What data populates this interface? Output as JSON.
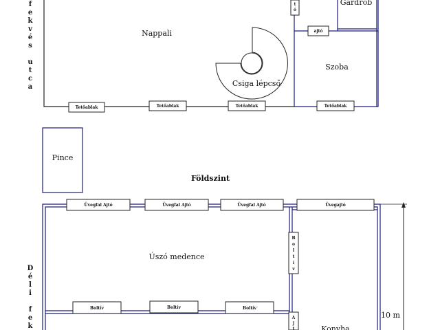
{
  "upper_floor": {
    "rooms": {
      "nappali": "Nappali",
      "gardrob": "Gardrób",
      "szoba": "Szoba",
      "stair": "Csiga lépcső"
    },
    "door_ajto": "ajtó",
    "door_vertical_partial": [
      "t",
      "ó"
    ],
    "skylights": [
      "Tetőablak",
      "Tetőablak",
      "Tetőablak",
      "Tetőablak"
    ],
    "street_top": [
      "f",
      "e",
      "k",
      "v",
      "é",
      "s",
      "",
      "u",
      "t",
      "c",
      "a"
    ]
  },
  "pince": {
    "label": "Pince"
  },
  "ground_floor": {
    "title": "Földszint",
    "rooms": {
      "pool": "Úszó medence",
      "kitchen": "Konyha"
    },
    "glass_doors": [
      "Üvegfal Ajtó",
      "Üvegfal Ajtó",
      "Üvegfal Ajtó",
      "Üvegajtó"
    ],
    "arches": [
      "Boltív",
      "Boltív",
      "Boltív"
    ],
    "vertical_arch": [
      "B",
      "o",
      "l",
      "t",
      "í",
      "v"
    ],
    "vertical_door": [
      "A",
      "j",
      "t"
    ],
    "street_bottom": [
      "D",
      "é",
      "l",
      "i",
      "",
      "f",
      "e",
      "k"
    ],
    "scale": "10 m"
  }
}
